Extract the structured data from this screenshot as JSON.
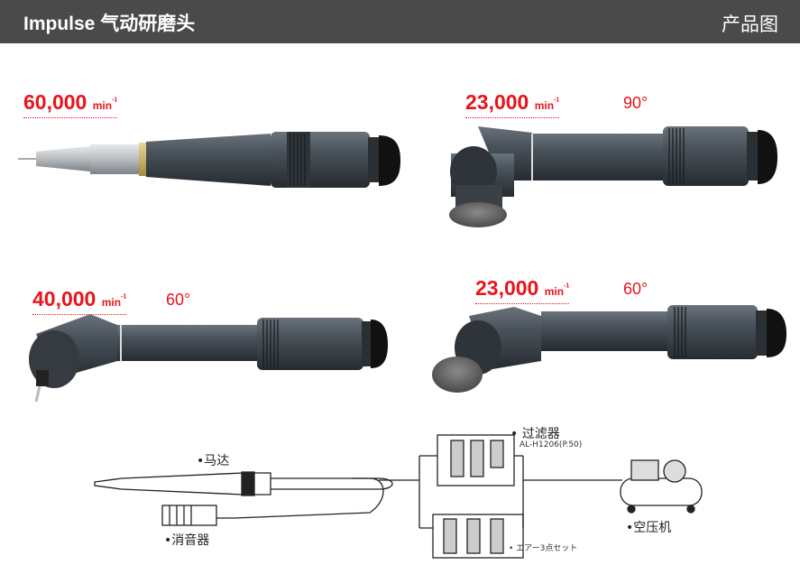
{
  "header": {
    "title": "Impulse 气动研磨头",
    "right_label": "产品图"
  },
  "products": [
    {
      "speed": "60,000",
      "unit": "min",
      "unit_sup": "-1",
      "angle": ""
    },
    {
      "speed": "23,000",
      "unit": "min",
      "unit_sup": "-1",
      "angle": "90°"
    },
    {
      "speed": "40,000",
      "unit": "min",
      "unit_sup": "-1",
      "angle": "60°"
    },
    {
      "speed": "23,000",
      "unit": "min",
      "unit_sup": "-1",
      "angle": "60°"
    }
  ],
  "diagram": {
    "motor": "•马达",
    "muffler": "•消音器",
    "filter": "• 过滤器",
    "filter_model": "AL-H1206(P.50)",
    "air_set": "• エアー3点セット",
    "compressor": "•空压机"
  },
  "colors": {
    "header_bg": "#4a4a4a",
    "accent_red": "#e8141b",
    "tool_body": "#3a4148"
  }
}
